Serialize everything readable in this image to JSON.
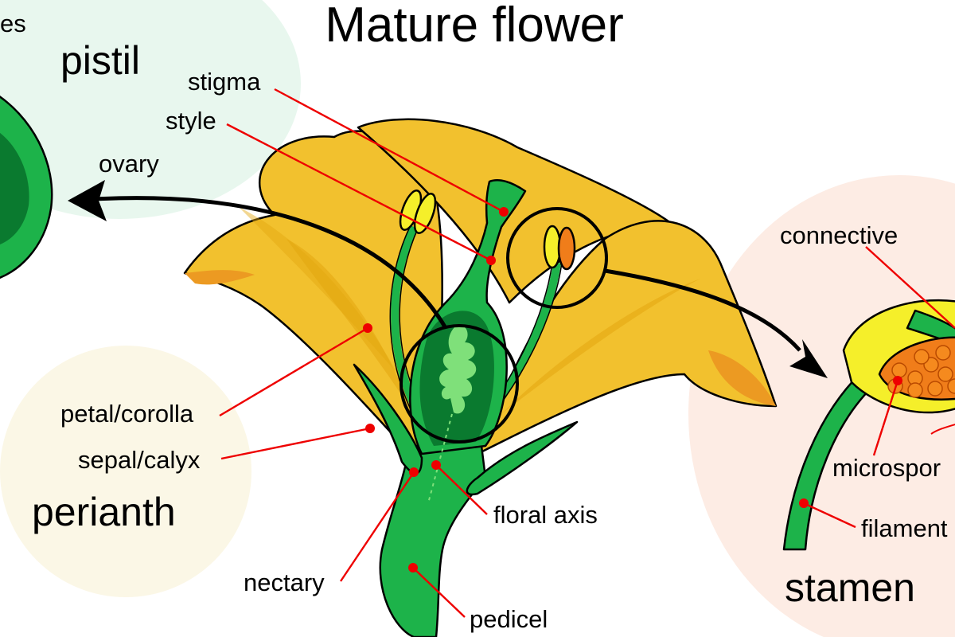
{
  "title": "Mature flower",
  "colors": {
    "petal": "#f2c12e",
    "petal_dark": "#e3a610",
    "petal_edge": "#ec9a22",
    "green": "#1db34a",
    "green_dark": "#0a7a2f",
    "green_light": "#7fe07a",
    "anther": "#f5ef2a",
    "pollen": "#f07d1a",
    "leader": "#ee0000",
    "pistil_bg": "#e8f7ee",
    "perianth_bg": "#fbf7e6",
    "stamen_bg": "#fdece4"
  },
  "groups": {
    "pistil": "pistil",
    "perianth": "perianth",
    "stamen": "stamen",
    "pistil_cut_label": "es"
  },
  "labels": {
    "stigma": "stigma",
    "style": "style",
    "ovary": "ovary",
    "petal": "petal/corolla",
    "sepal": "sepal/calyx",
    "floral_axis": "floral axis",
    "nectary": "nectary",
    "pedicel": "pedicel",
    "connective": "connective",
    "microspores": "microspor",
    "filament": "filament"
  }
}
